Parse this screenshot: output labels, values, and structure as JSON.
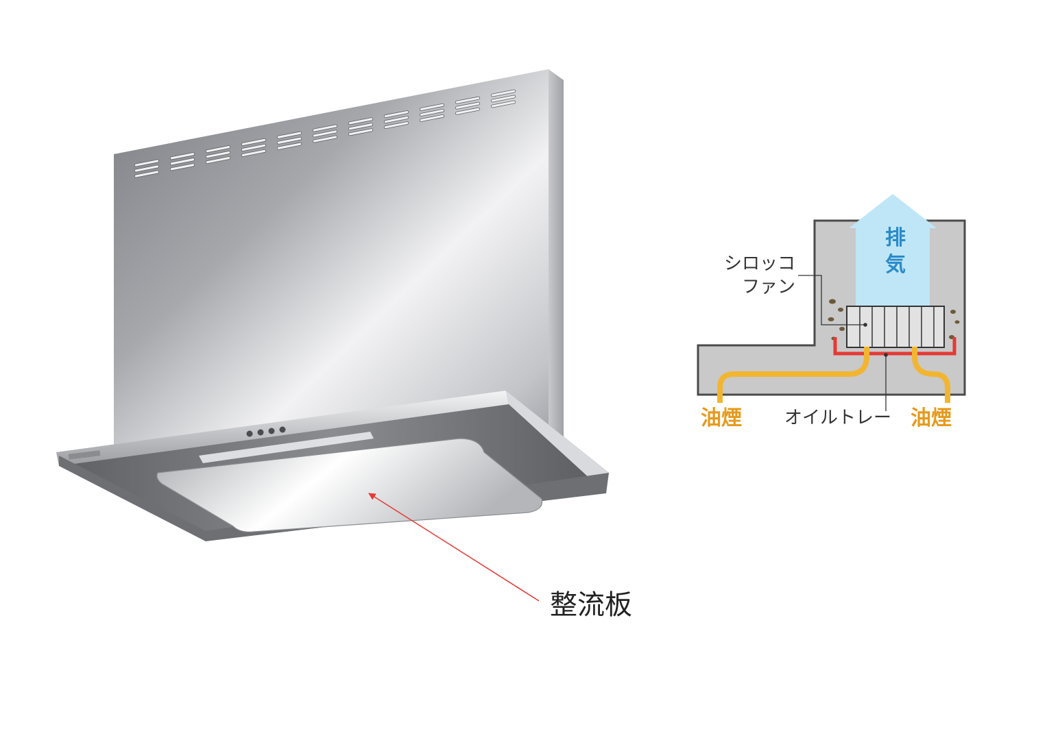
{
  "product_callout": {
    "label": "整流板",
    "arrow_color": "#e53935"
  },
  "airflow_diagram": {
    "exhaust_label": [
      "排",
      "気"
    ],
    "fan_label": [
      "シロッコ",
      "ファン"
    ],
    "oil_tray_label": "オイルトレー",
    "oil_smoke_left_label": "油煙",
    "oil_smoke_right_label": "油煙",
    "colors": {
      "exhaust_arrow": "#bfe6f7",
      "exhaust_text": "#2a8bc9",
      "oil_smoke_path": "#f2b531",
      "oil_smoke_text": "#e69a1c",
      "oil_tray": "#e53935",
      "duct_fill": "#c9c9c9",
      "duct_outline": "#4a4a4a"
    }
  }
}
